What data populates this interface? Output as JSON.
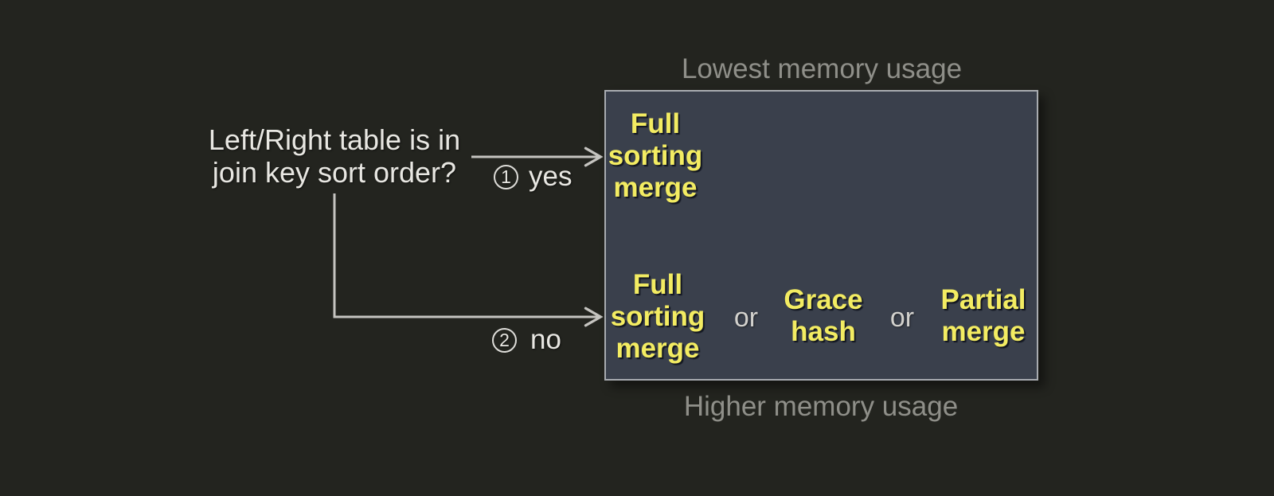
{
  "question": [
    "Left/Right table is in",
    "join key sort order?"
  ],
  "branches": [
    {
      "num": "1",
      "label": "yes"
    },
    {
      "num": "2",
      "label": "no"
    }
  ],
  "captions": {
    "top": "Lowest memory usage",
    "bottom": "Higher memory usage"
  },
  "matrix": {
    "or_label": "or",
    "sorted": [
      [
        "Full",
        "sorting",
        "merge"
      ]
    ],
    "unsorted": [
      [
        "Full",
        "sorting",
        "merge"
      ],
      [
        "Grace",
        "hash"
      ],
      [
        "Partial",
        "merge"
      ]
    ]
  },
  "colors": {
    "background": "#23241f",
    "box_fill": "#3a404c",
    "box_border": "#a8abb0",
    "algorithm_text": "#f3ec62",
    "caption_text": "#8f8f89",
    "primary_text": "#e8e7e2",
    "connector": "#c5c4c0",
    "or_text": "#d2d1cd"
  }
}
